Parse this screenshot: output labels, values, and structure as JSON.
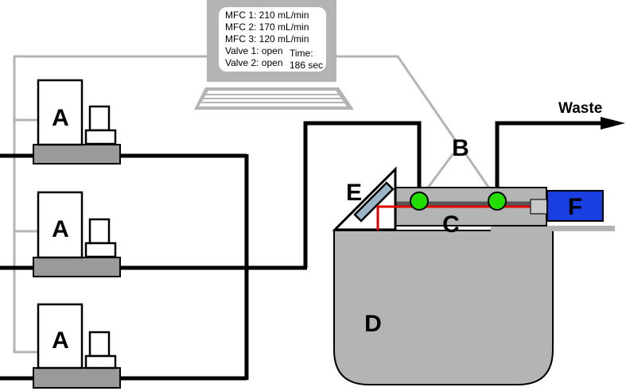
{
  "screen": {
    "lines": [
      "MFC 1: 210 mL/min",
      "MFC 2: 170 mL/min",
      "MFC 3: 120 mL/min",
      "Valve 1: open",
      "Valve 2: open"
    ],
    "time_label": "Time:",
    "time_value": "186 sec"
  },
  "labels": {
    "a": "A",
    "b": "B",
    "c": "C",
    "d": "D",
    "e": "E",
    "f": "F",
    "waste": "Waste"
  },
  "colors": {
    "gas_line": "#000000",
    "signal_line": "#b4b4b4",
    "laser": "#e00000",
    "valve": "#22dd00",
    "detector": "#1a3fe0",
    "housing": "#b4b4b4",
    "device": "#9a9a9a"
  }
}
